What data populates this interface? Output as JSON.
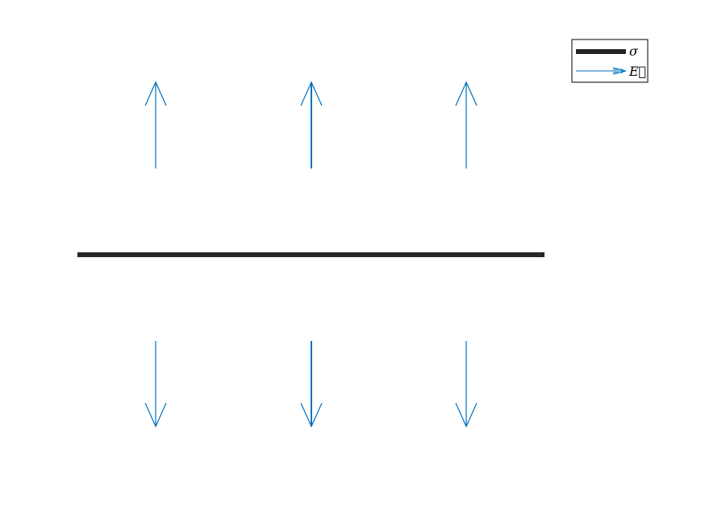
{
  "colors": {
    "sheet": "#262626",
    "field": "#0072BD",
    "legend_border": "#000000",
    "background": "#ffffff"
  },
  "legend": {
    "items": [
      {
        "label": "σ",
        "kind": "sheet"
      },
      {
        "label": "E⃗",
        "kind": "field"
      }
    ]
  },
  "chart_data": {
    "type": "diagram",
    "charged_sheet": {
      "label": "σ"
    },
    "field_arrows": [
      {
        "direction": "up"
      },
      {
        "direction": "up"
      },
      {
        "direction": "up"
      },
      {
        "direction": "down"
      },
      {
        "direction": "down"
      },
      {
        "direction": "down"
      }
    ]
  }
}
